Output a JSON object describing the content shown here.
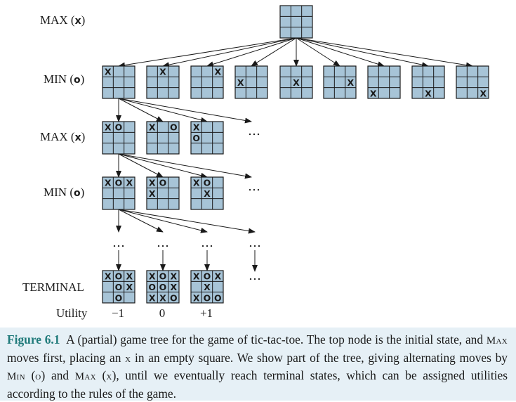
{
  "levels": [
    {
      "id": "l0",
      "label": "MAX",
      "sym": "x"
    },
    {
      "id": "l1",
      "label": "MIN",
      "sym": "o"
    },
    {
      "id": "l2",
      "label": "MAX",
      "sym": "x"
    },
    {
      "id": "l3",
      "label": "MIN",
      "sym": "o"
    },
    {
      "id": "l4",
      "label": "TERMINAL",
      "sym": ""
    }
  ],
  "utility_label": "Utility",
  "ellipsis": "…",
  "root": {
    "cells": [
      "",
      "",
      "",
      "",
      "",
      "",
      "",
      "",
      ""
    ]
  },
  "min_nodes": [
    {
      "cells": [
        "X",
        "",
        "",
        "",
        "",
        "",
        "",
        "",
        ""
      ]
    },
    {
      "cells": [
        "",
        "X",
        "",
        "",
        "",
        "",
        "",
        "",
        ""
      ]
    },
    {
      "cells": [
        "",
        "",
        "X",
        "",
        "",
        "",
        "",
        "",
        ""
      ]
    },
    {
      "cells": [
        "",
        "",
        "",
        "X",
        "",
        "",
        "",
        "",
        ""
      ]
    },
    {
      "cells": [
        "",
        "",
        "",
        "",
        "X",
        "",
        "",
        "",
        ""
      ]
    },
    {
      "cells": [
        "",
        "",
        "",
        "",
        "",
        "X",
        "",
        "",
        ""
      ]
    },
    {
      "cells": [
        "",
        "",
        "",
        "",
        "",
        "",
        "X",
        "",
        ""
      ]
    },
    {
      "cells": [
        "",
        "",
        "",
        "",
        "",
        "",
        "",
        "X",
        ""
      ]
    },
    {
      "cells": [
        "",
        "",
        "",
        "",
        "",
        "",
        "",
        "",
        "X"
      ]
    }
  ],
  "max2_nodes": [
    {
      "cells": [
        "X",
        "O",
        "",
        "",
        "",
        "",
        "",
        "",
        ""
      ]
    },
    {
      "cells": [
        "X",
        "",
        "O",
        "",
        "",
        "",
        "",
        "",
        ""
      ]
    },
    {
      "cells": [
        "X",
        "",
        "",
        "O",
        "",
        "",
        "",
        "",
        ""
      ]
    }
  ],
  "min3_nodes": [
    {
      "cells": [
        "X",
        "O",
        "X",
        "",
        "",
        "",
        "",
        "",
        ""
      ]
    },
    {
      "cells": [
        "X",
        "O",
        "",
        "X",
        "",
        "",
        "",
        "",
        ""
      ]
    },
    {
      "cells": [
        "X",
        "O",
        "",
        "",
        "X",
        "",
        "",
        "",
        ""
      ]
    }
  ],
  "terminal_nodes": [
    {
      "cells": [
        "X",
        "O",
        "X",
        "",
        "O",
        "X",
        "",
        "O",
        ""
      ],
      "utility": "−1"
    },
    {
      "cells": [
        "X",
        "O",
        "X",
        "O",
        "O",
        "X",
        "X",
        "X",
        "O"
      ],
      "utility": "0"
    },
    {
      "cells": [
        "X",
        "O",
        "X",
        "",
        "X",
        "",
        "X",
        "O",
        "O"
      ],
      "utility": "+1"
    }
  ],
  "caption": {
    "figure": "Figure 6.1",
    "t1": "A (partial) game tree for the game of tic-tac-toe. The top node is the initial state, and ",
    "max1": "Max",
    "t2": " moves first, placing an ",
    "x1": "x",
    "t3": " in an empty square. We show part of the tree, giving alternating moves by ",
    "min1": "Min",
    "t4": " (",
    "o1": "o",
    "t5": ") and ",
    "max2": "Max",
    "t6": " (",
    "x2": "x",
    "t7": "), until we eventually reach terminal states, which can be assigned utilities according to the rules of the game."
  },
  "colors": {
    "cell": "#a7c4d7",
    "line": "#1a1a1a",
    "caption_bg": "#e6f0f6",
    "figure_label": "#1f7a7a"
  }
}
